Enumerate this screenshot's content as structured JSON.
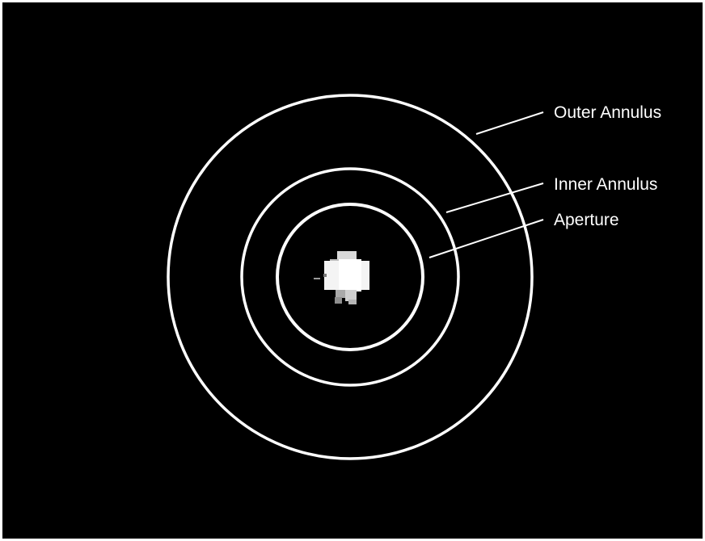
{
  "colors": {
    "background": "#000000",
    "ring": "#ffffff",
    "text": "#ffffff",
    "border": "#ffffff"
  },
  "labels": {
    "outer_annulus": "Outer Annulus",
    "inner_annulus": "Inner Annulus",
    "aperture": "Aperture"
  }
}
